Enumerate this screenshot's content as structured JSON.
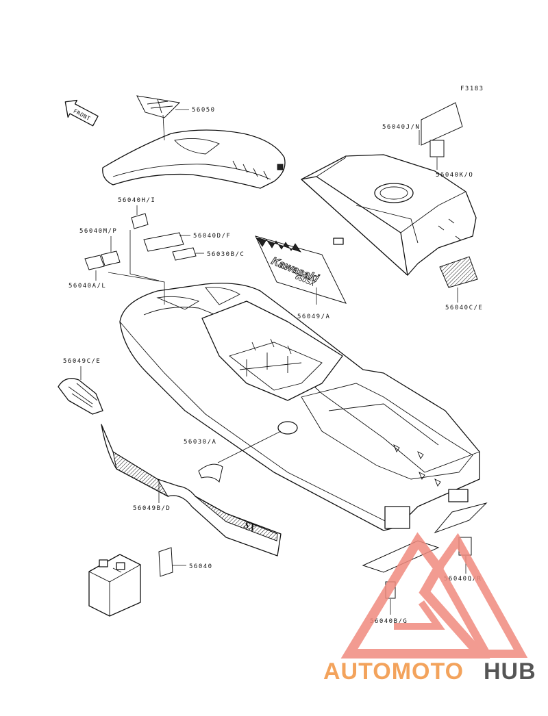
{
  "figure_code": "F3183",
  "front_label": "FRONT",
  "decal_texts": {
    "brand": "Kawasaki",
    "model": "650SX",
    "hull_logo": "SX"
  },
  "callouts": [
    {
      "id": "c-56050",
      "text": "56050"
    },
    {
      "id": "c-56040jn",
      "text": "56040J/N"
    },
    {
      "id": "c-56040ko",
      "text": "56040K/O"
    },
    {
      "id": "c-56040hi",
      "text": "56040H/I"
    },
    {
      "id": "c-56040mp",
      "text": "56040M/P"
    },
    {
      "id": "c-56040df",
      "text": "56040D/F"
    },
    {
      "id": "c-56030bc",
      "text": "56030B/C"
    },
    {
      "id": "c-56040al",
      "text": "56040A/L"
    },
    {
      "id": "c-56049a",
      "text": "56049/A"
    },
    {
      "id": "c-56040ce",
      "text": "56040C/E"
    },
    {
      "id": "c-56049ce",
      "text": "56049C/E"
    },
    {
      "id": "c-56030a",
      "text": "56030/A"
    },
    {
      "id": "c-56049bd",
      "text": "56049B/D"
    },
    {
      "id": "c-56040",
      "text": "56040"
    },
    {
      "id": "c-56040qr",
      "text": "56040Q/R"
    },
    {
      "id": "c-56040bg",
      "text": "56040B/G"
    }
  ],
  "watermark": {
    "part1": "AUTOMOTO",
    "part2": "HUB",
    "color1": "#f3a35c",
    "color2": "#555555",
    "logo_color": "#f08a7e"
  }
}
